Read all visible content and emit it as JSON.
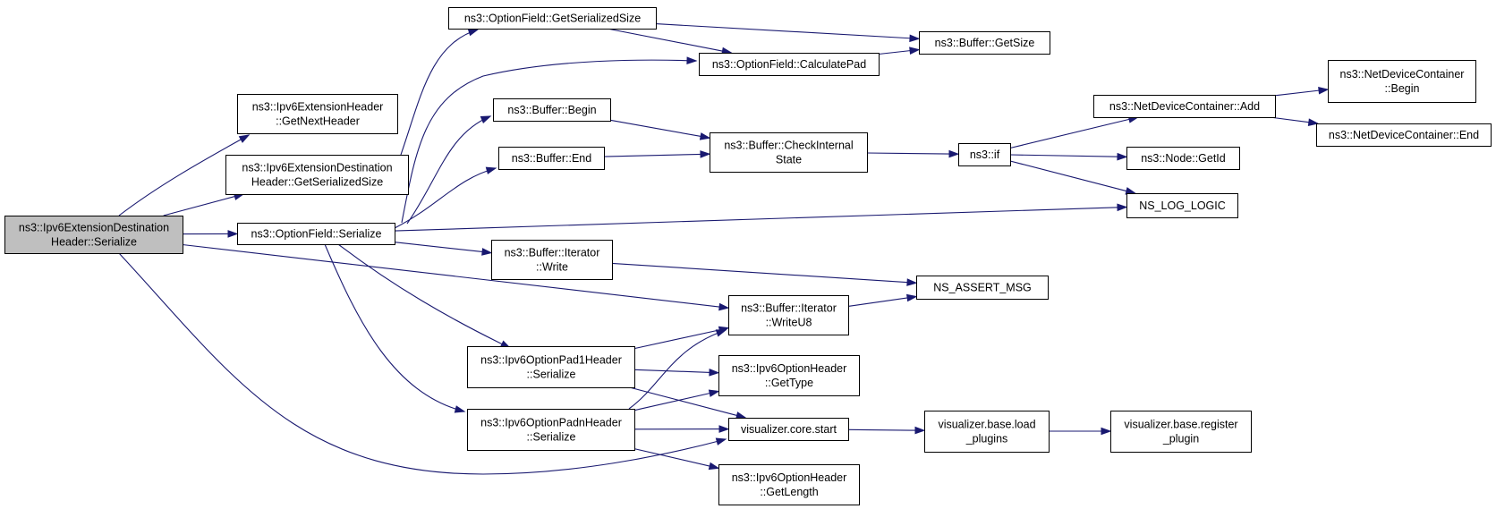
{
  "graph": {
    "edge_color": "#191970",
    "root_fill": "#bfbfbf",
    "nodes": [
      {
        "id": "root",
        "lines": [
          "ns3::Ipv6ExtensionDestination",
          "Header::Serialize"
        ],
        "root": true
      },
      {
        "id": "getNextHeader",
        "lines": [
          "ns3::Ipv6ExtensionHeader",
          "::GetNextHeader"
        ]
      },
      {
        "id": "destGetSerializedSize",
        "lines": [
          "ns3::Ipv6ExtensionDestination",
          "Header::GetSerializedSize"
        ]
      },
      {
        "id": "optionFieldSerialize",
        "lines": [
          "ns3::OptionField::Serialize"
        ]
      },
      {
        "id": "optionFieldGetSerializedSize",
        "lines": [
          "ns3::OptionField::GetSerializedSize"
        ]
      },
      {
        "id": "optionFieldCalculatePad",
        "lines": [
          "ns3::OptionField::CalculatePad"
        ]
      },
      {
        "id": "bufferGetSize",
        "lines": [
          "ns3::Buffer::GetSize"
        ]
      },
      {
        "id": "bufferBegin",
        "lines": [
          "ns3::Buffer::Begin"
        ]
      },
      {
        "id": "bufferEnd",
        "lines": [
          "ns3::Buffer::End"
        ]
      },
      {
        "id": "bufferCheckInternalState",
        "lines": [
          "ns3::Buffer::CheckInternal",
          "State"
        ]
      },
      {
        "id": "ns3if",
        "lines": [
          "ns3::if"
        ]
      },
      {
        "id": "netDevAdd",
        "lines": [
          "ns3::NetDeviceContainer::Add"
        ]
      },
      {
        "id": "netDevBegin",
        "lines": [
          "ns3::NetDeviceContainer",
          "::Begin"
        ]
      },
      {
        "id": "netDevEnd",
        "lines": [
          "ns3::NetDeviceContainer::End"
        ]
      },
      {
        "id": "nodeGetId",
        "lines": [
          "ns3::Node::GetId"
        ]
      },
      {
        "id": "nsLogLogic",
        "lines": [
          "NS_LOG_LOGIC"
        ]
      },
      {
        "id": "iteratorWrite",
        "lines": [
          "ns3::Buffer::Iterator",
          "::Write"
        ]
      },
      {
        "id": "nsAssertMsg",
        "lines": [
          "NS_ASSERT_MSG"
        ]
      },
      {
        "id": "iteratorWriteU8",
        "lines": [
          "ns3::Buffer::Iterator",
          "::WriteU8"
        ]
      },
      {
        "id": "pad1Serialize",
        "lines": [
          "ns3::Ipv6OptionPad1Header",
          "::Serialize"
        ]
      },
      {
        "id": "padnSerialize",
        "lines": [
          "ns3::Ipv6OptionPadnHeader",
          "::Serialize"
        ]
      },
      {
        "id": "optionHeaderGetType",
        "lines": [
          "ns3::Ipv6OptionHeader",
          "::GetType"
        ]
      },
      {
        "id": "visualizerCoreStart",
        "lines": [
          "visualizer.core.start"
        ]
      },
      {
        "id": "optionHeaderGetLength",
        "lines": [
          "ns3::Ipv6OptionHeader",
          "::GetLength"
        ]
      },
      {
        "id": "visualizerBaseLoadPlugins",
        "lines": [
          "visualizer.base.load",
          "_plugins"
        ]
      },
      {
        "id": "visualizerBaseRegisterPlugin",
        "lines": [
          "visualizer.base.register",
          "_plugin"
        ]
      }
    ],
    "edges": [
      [
        "root",
        "getNextHeader"
      ],
      [
        "root",
        "destGetSerializedSize"
      ],
      [
        "root",
        "optionFieldSerialize"
      ],
      [
        "root",
        "iteratorWriteU8"
      ],
      [
        "root",
        "visualizerCoreStart"
      ],
      [
        "destGetSerializedSize",
        "optionFieldGetSerializedSize"
      ],
      [
        "optionFieldGetSerializedSize",
        "bufferGetSize"
      ],
      [
        "optionFieldGetSerializedSize",
        "optionFieldCalculatePad"
      ],
      [
        "optionFieldCalculatePad",
        "bufferGetSize"
      ],
      [
        "optionFieldSerialize",
        "optionFieldCalculatePad"
      ],
      [
        "optionFieldSerialize",
        "bufferBegin"
      ],
      [
        "optionFieldSerialize",
        "bufferEnd"
      ],
      [
        "optionFieldSerialize",
        "nsLogLogic"
      ],
      [
        "optionFieldSerialize",
        "iteratorWrite"
      ],
      [
        "optionFieldSerialize",
        "pad1Serialize"
      ],
      [
        "optionFieldSerialize",
        "padnSerialize"
      ],
      [
        "bufferBegin",
        "bufferCheckInternalState"
      ],
      [
        "bufferEnd",
        "bufferCheckInternalState"
      ],
      [
        "bufferCheckInternalState",
        "ns3if"
      ],
      [
        "ns3if",
        "netDevAdd"
      ],
      [
        "ns3if",
        "nodeGetId"
      ],
      [
        "ns3if",
        "nsLogLogic"
      ],
      [
        "netDevAdd",
        "netDevBegin"
      ],
      [
        "netDevAdd",
        "netDevEnd"
      ],
      [
        "iteratorWrite",
        "nsAssertMsg"
      ],
      [
        "iteratorWriteU8",
        "nsAssertMsg"
      ],
      [
        "pad1Serialize",
        "iteratorWriteU8"
      ],
      [
        "pad1Serialize",
        "optionHeaderGetType"
      ],
      [
        "pad1Serialize",
        "visualizerCoreStart"
      ],
      [
        "padnSerialize",
        "iteratorWriteU8"
      ],
      [
        "padnSerialize",
        "optionHeaderGetType"
      ],
      [
        "padnSerialize",
        "visualizerCoreStart"
      ],
      [
        "padnSerialize",
        "optionHeaderGetLength"
      ],
      [
        "visualizerCoreStart",
        "visualizerBaseLoadPlugins"
      ],
      [
        "visualizerBaseLoadPlugins",
        "visualizerBaseRegisterPlugin"
      ]
    ]
  }
}
